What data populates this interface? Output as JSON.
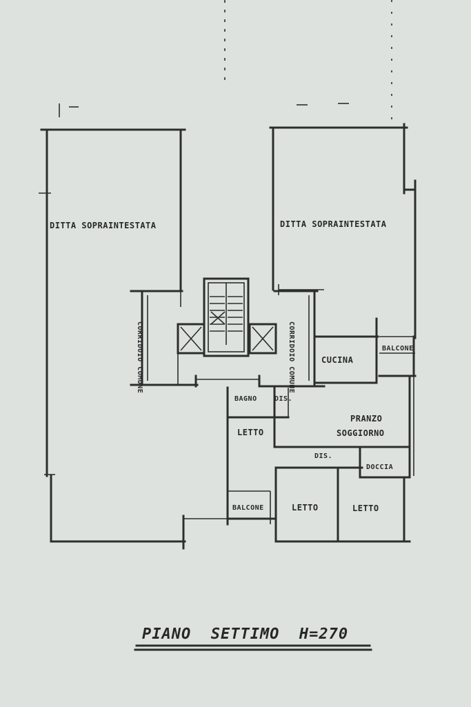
{
  "title": "PIANO  SETTIMO  H=270",
  "rooms": {
    "ditta_left": "DITTA SOPRAINTESTATA",
    "ditta_right": "DITTA SOPRAINTESTATA",
    "corridoio_left": "CORRIDOIO COMUNE",
    "corridoio_right": "CORRIDOIO COMUNE",
    "cucina": "CUCINA",
    "balcone_top": "BALCONE",
    "bagno": "BAGNO",
    "dis_1": "DIS.",
    "pranzo": "PRANZO",
    "soggiorno": "SOGGIORNO",
    "letto_1": "LETTO",
    "dis_2": "DIS.",
    "doccia": "DOCCIA",
    "balcone_bottom": "BALCONE",
    "letto_2": "LETTO",
    "letto_3": "LETTO"
  }
}
